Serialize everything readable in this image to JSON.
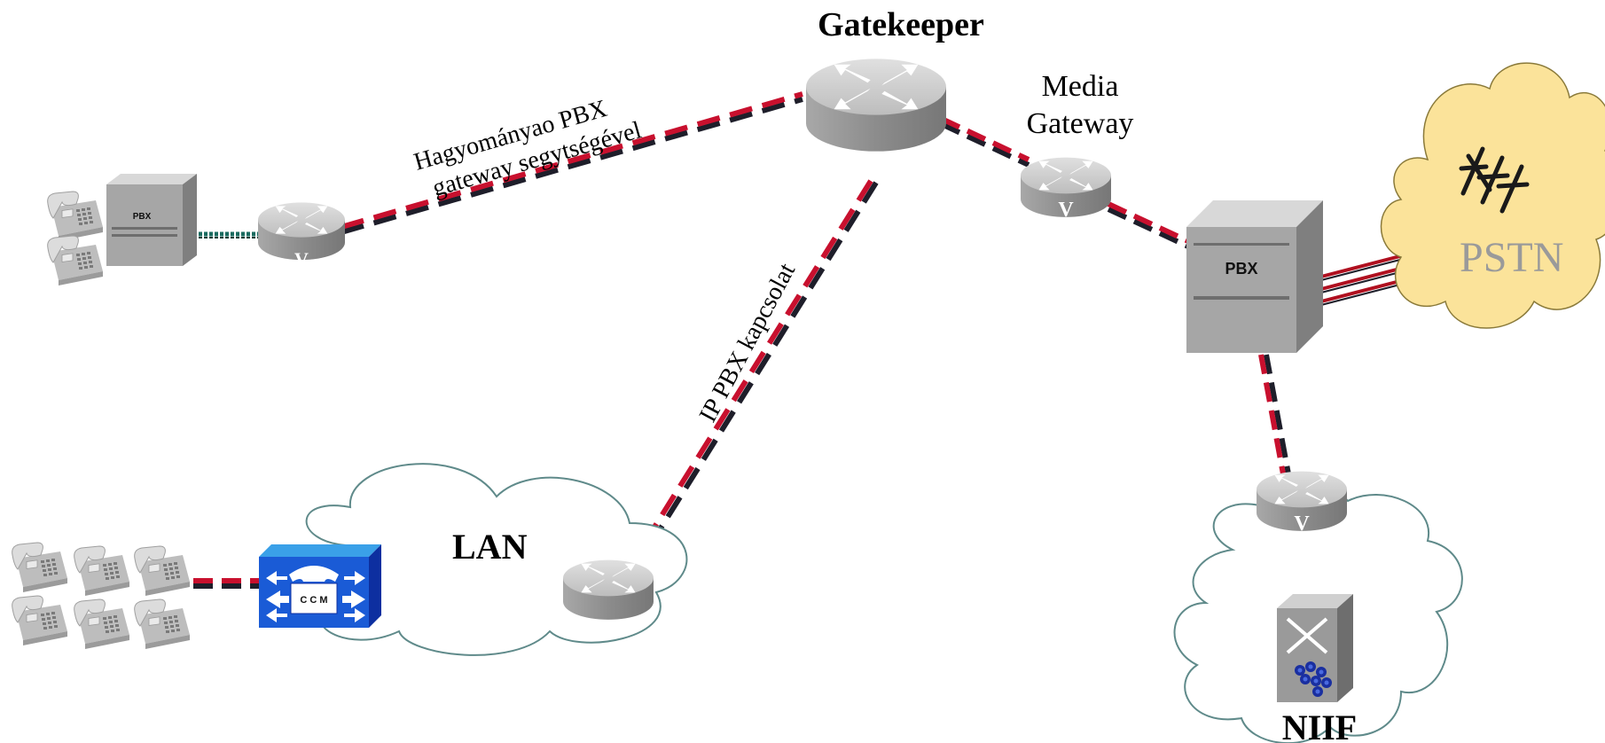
{
  "labels": {
    "gatekeeper": "Gatekeeper",
    "media_gateway_line1": "Media",
    "media_gateway_line2": "Gateway",
    "legacy_line1": "Hagyományao PBX",
    "legacy_line2": "gateway segytségével",
    "ip_pbx": "IP PBX kapcsolat",
    "lan": "LAN",
    "pstn": "PSTN",
    "niif": "NIIF",
    "pbx_small": "PBX",
    "pbx_large": "PBX",
    "ccm": "C C M",
    "router_v": "V"
  },
  "colors": {
    "link_red": "#c8102e",
    "link_dark": "#1e1e2a",
    "router_top": "#c9c9c9",
    "router_side": "#8f8f8f",
    "pbx_front": "#a6a6a6",
    "pbx_top": "#d8d8d8",
    "pbx_side": "#7f7f7f",
    "ccm_front": "#1a5bd6",
    "ccm_top": "#3aa0e8",
    "ccm_side": "#0d2fa0",
    "pstn_cloud": "#fbe39a",
    "pstn_text": "#9a9a9a",
    "cloud_stroke": "#5f8a8a",
    "pstn_trunk": "#b01020",
    "phone": "#cfcfcf"
  },
  "icons": {
    "router": "router-icon",
    "pbx": "pbx-icon",
    "phone": "ip-phone-icon",
    "ccm": "call-manager-icon",
    "cloud": "cloud-icon",
    "tower": "antenna-tower-icon",
    "switch": "atm-switch-icon"
  }
}
